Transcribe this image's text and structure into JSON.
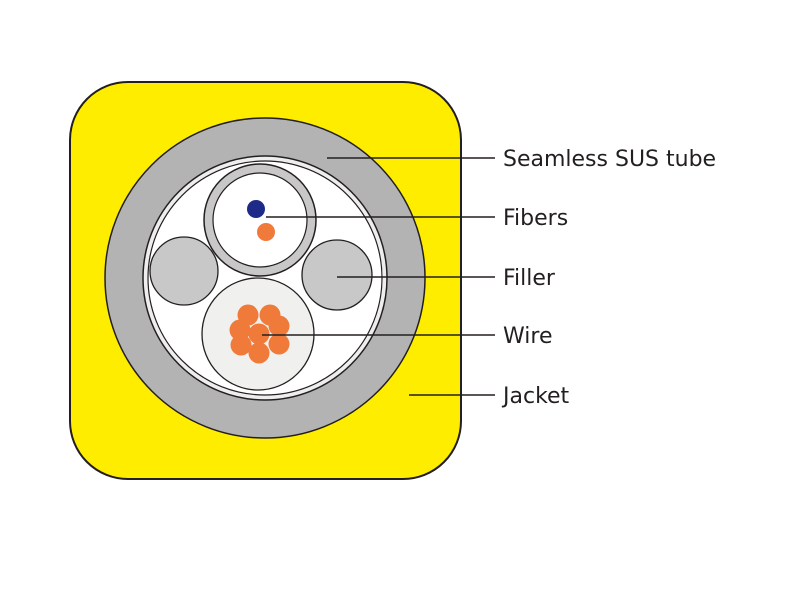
{
  "labels": {
    "tube": "Seamless SUS tube",
    "fibers": "Fibers",
    "filler": "Filler",
    "wire": "Wire",
    "jacket": "Jacket"
  },
  "colors": {
    "jacket": "#ffed00",
    "tube_ring": "#b3b3b3",
    "fiber_blue": "#1d2a87",
    "fiber_orange": "#f07a3a",
    "wire_strand": "#f07a3a",
    "filler": "#c8c8c8",
    "outline": "#231f20"
  }
}
